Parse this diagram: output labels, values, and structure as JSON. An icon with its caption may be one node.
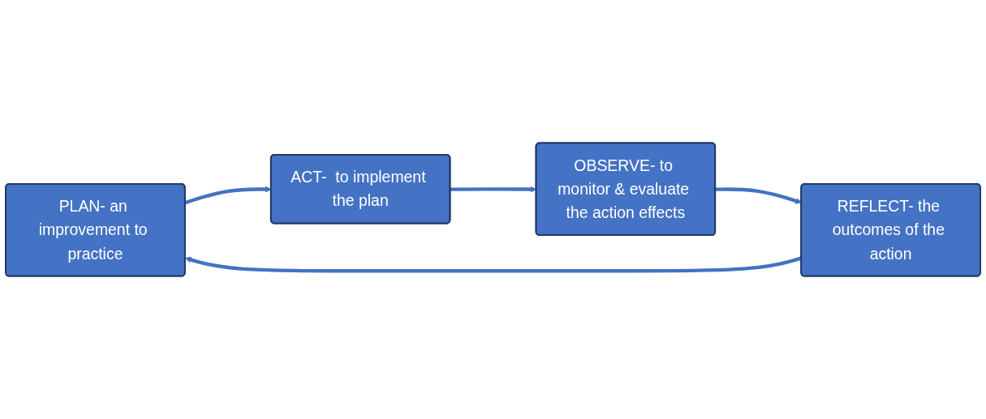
{
  "diagram": {
    "nodes": [
      {
        "text": [
          "PLAN- an improvement to practice"
        ]
      },
      {
        "text": [
          "REFLECT- the outcomes of the action"
        ]
      },
      {
        "text": [
          "ACT-  to implement the plan"
        ]
      },
      {
        "text": [
          "OBSERVE- to monitor & evaluate the action effects"
        ]
      }
    ],
    "edges": [
      {
        "from": 1,
        "to": 0,
        "arrow": "to"
      },
      {
        "from": 0,
        "to": 2,
        "arrow": "to"
      },
      {
        "from": 2,
        "to": 3,
        "arrow": "to"
      },
      {
        "from": 3,
        "to": 1,
        "arrow": "to"
      }
    ]
  }
}
